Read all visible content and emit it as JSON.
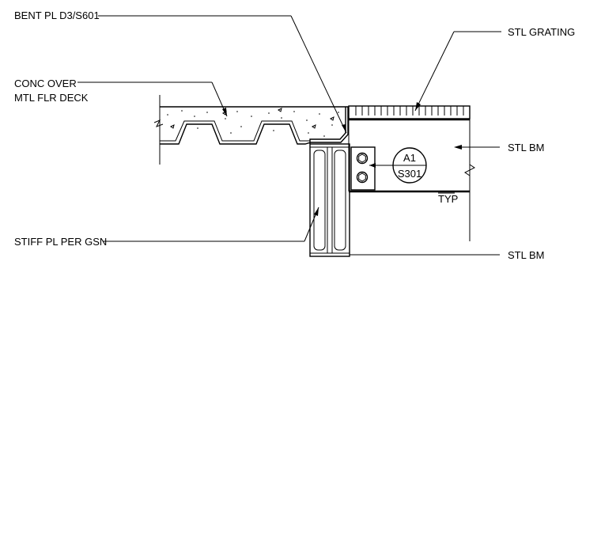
{
  "labels": {
    "bent_plate": "BENT PL D3/S601",
    "concrete_line1": "CONC OVER",
    "concrete_line2": "MTL FLR DECK",
    "grating": "STL GRATING",
    "beam_upper": "STL BM",
    "beam_lower": "STL BM",
    "stiffener": "STIFF PL PER GSN",
    "typ": "TYP"
  },
  "section_marker": {
    "detail": "A1",
    "sheet": "S301"
  }
}
